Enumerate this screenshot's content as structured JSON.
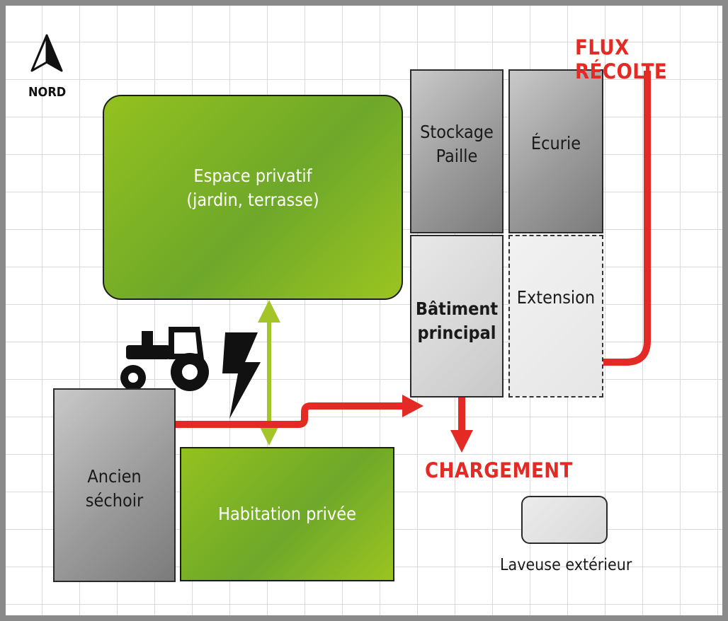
{
  "compass": {
    "label": "NORD",
    "icon": "north-arrow-icon"
  },
  "zones": {
    "espace_privatif": "Espace privatif\n(jardin, terrasse)",
    "stockage_paille": "Stockage\nPaille",
    "ecurie": "Écurie",
    "batiment_principal": "Bâtiment\nprincipal",
    "extension": "Extension",
    "ancien_sechoir": "Ancien\nséchoir",
    "habitation_privee": "Habitation privée",
    "laveuse": "Laveuse extérieur"
  },
  "flows": {
    "recolte": "FLUX RÉCOLTE",
    "chargement": "CHARGEMENT"
  },
  "icons": [
    "tractor-icon",
    "lightning-icon"
  ],
  "colors": {
    "flow_red": "#e42a24",
    "link_green": "#a3c52a",
    "zone_green": "#7fb52a",
    "zone_grey": "#9b9b9b"
  }
}
